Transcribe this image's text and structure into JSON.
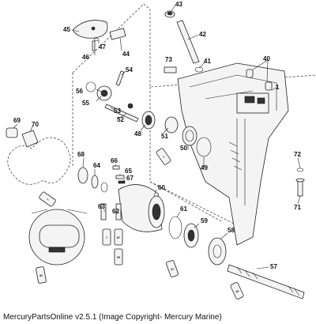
{
  "footer": "MercuryPartsOnline v2.5.1 (Image Copyright- Mercury Marine)",
  "callouts": {
    "c1": "1",
    "c40": "40",
    "c41": "41",
    "c42": "42",
    "c43": "43",
    "c44": "44",
    "c45": "45",
    "c46": "46",
    "c47": "47",
    "c48": "48",
    "c49": "49",
    "c50": "50",
    "c51": "51",
    "c52": "52",
    "c53": "53",
    "c54": "54",
    "c55": "55",
    "c56": "56",
    "c57": "57",
    "c58": "58",
    "c59": "59",
    "c60": "60",
    "c61": "61",
    "c62": "62",
    "c63": "63",
    "c64": "64",
    "c65": "65",
    "c66": "66",
    "c67": "67",
    "c68": "68",
    "c69": "69",
    "c70": "70",
    "c71": "71",
    "c72": "72",
    "c73": "73"
  },
  "tubes": {
    "t7a": "7",
    "t7b": "7",
    "t7c": "7",
    "t87a": "87",
    "t87b": "87",
    "t95a": "95",
    "t95b": "95",
    "t94": "94",
    "t87c": "87",
    "t95c": "95"
  }
}
